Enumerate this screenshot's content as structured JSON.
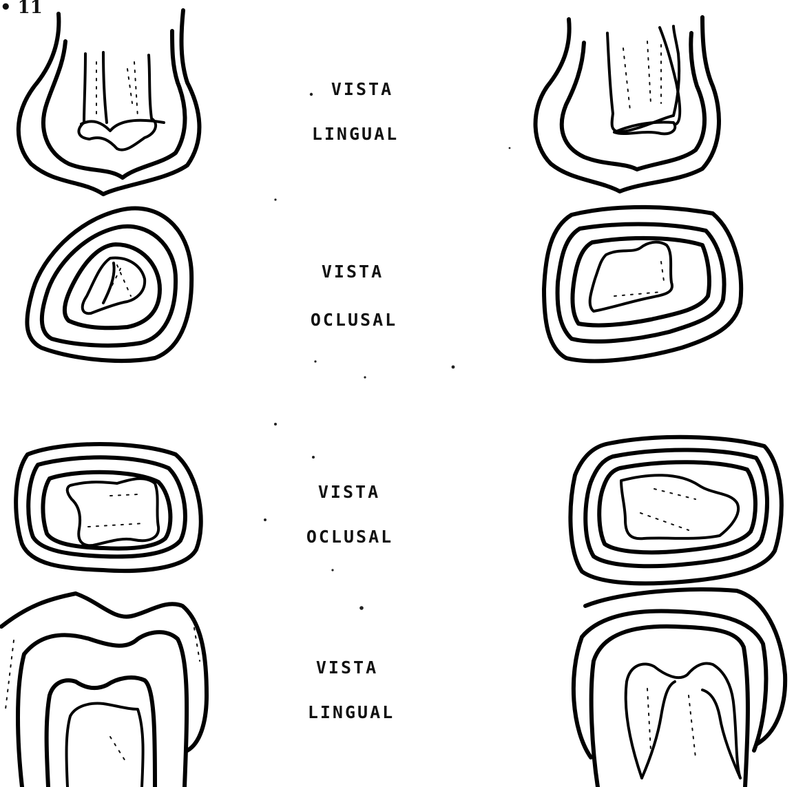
{
  "corner_mark": "• 11",
  "labels": {
    "row1_line1": "VISTA",
    "row1_line2": "LINGUAL",
    "row2_line1": "VISTA",
    "row2_line2": "OCLUSAL",
    "row3_line1": "VISTA",
    "row3_line2": "OCLUSAL",
    "row4_line1": "VISTA",
    "row4_line2": "LINGUAL"
  },
  "drawings": {
    "top_left": "tooth-lingual-view-left",
    "top_right": "tooth-lingual-view-right",
    "upper_left": "tooth-occlusal-view-left",
    "upper_right": "tooth-occlusal-view-right",
    "lower_left": "tooth-occlusal-view-left",
    "lower_right": "tooth-occlusal-view-right",
    "bottom_left": "tooth-lingual-view-left",
    "bottom_right": "tooth-lingual-view-right"
  }
}
